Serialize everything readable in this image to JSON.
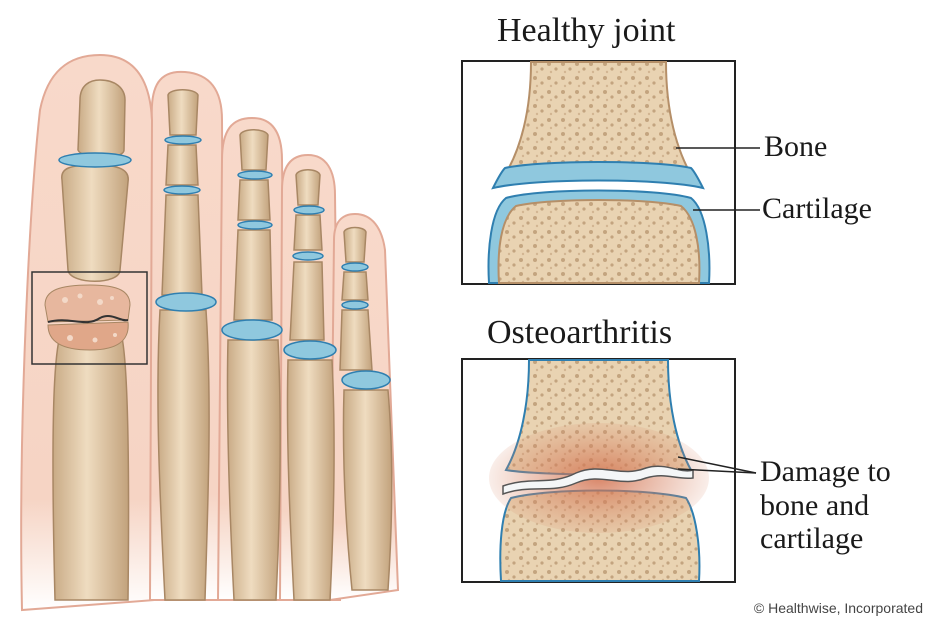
{
  "panels": {
    "healthy": {
      "title": "Healthy joint"
    },
    "osteo": {
      "title": "Osteoarthritis"
    }
  },
  "labels": {
    "bone": "Bone",
    "cartilage": "Cartilage",
    "damage_line1": "Damage to",
    "damage_line2": "bone and",
    "damage_line3": "cartilage"
  },
  "credit": "© Healthwise, Incorporated",
  "colors": {
    "bone": "#e9d3b2",
    "bone_shade": "#c9ab86",
    "cartilage": "#8fc8de",
    "cartilage_edge": "#2f7fb0",
    "damage": "#d98a6a",
    "skin": "#f6d4c4"
  }
}
